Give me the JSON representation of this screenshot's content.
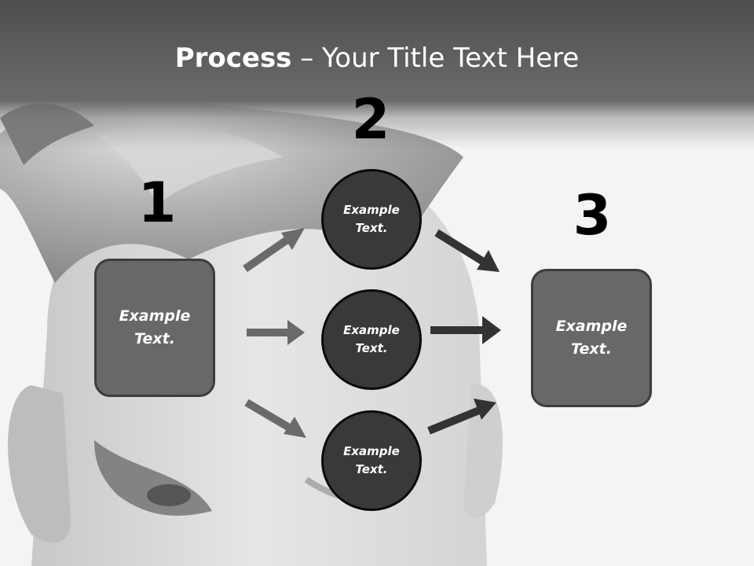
{
  "slide": {
    "title_bold": "Process",
    "title_rest": " – Your Title Text Here"
  },
  "steps": {
    "step1_number": "1",
    "step2_number": "2",
    "step3_number": "3"
  },
  "shapes": {
    "box_left": {
      "line1": "Example",
      "line2": "Text."
    },
    "circle_top": {
      "line1": "Example",
      "line2": "Text."
    },
    "circle_middle": {
      "line1": "Example",
      "line2": "Text."
    },
    "circle_bottom": {
      "line1": "Example",
      "line2": "Text."
    },
    "box_right": {
      "line1": "Example",
      "line2": "Text."
    }
  },
  "colors": {
    "header": "#555555",
    "box_fill": "#686868",
    "circle_fill": "#393939",
    "arrow_left": "#6a6a6a",
    "arrow_right": "#333333"
  }
}
